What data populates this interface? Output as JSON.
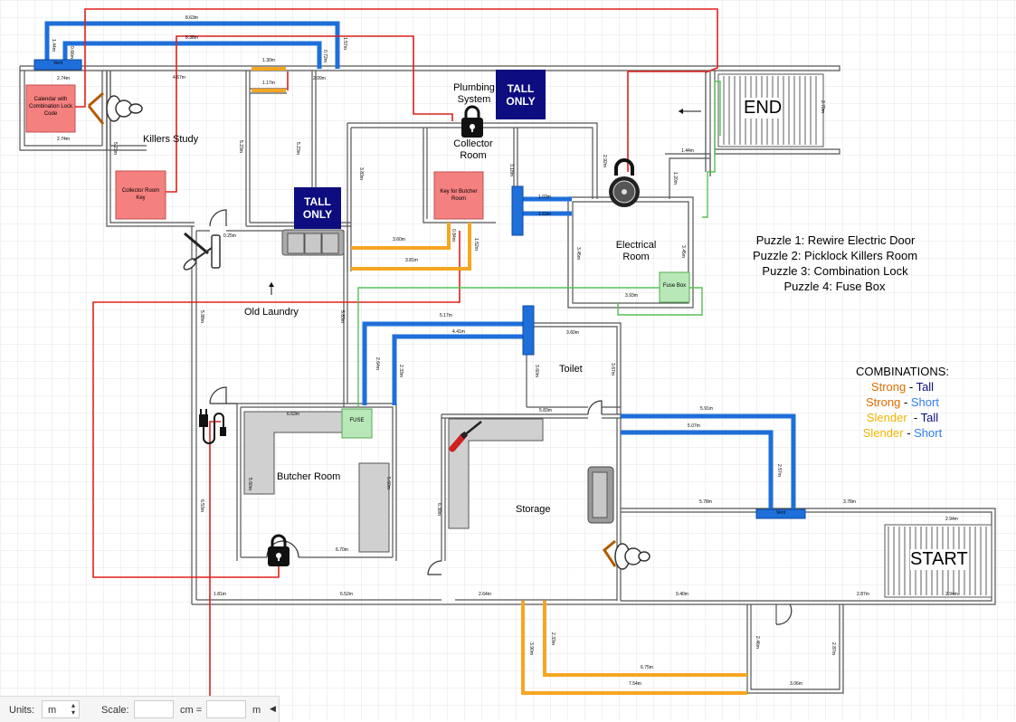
{
  "rooms": {
    "killers_study": "Killers Study",
    "collector_room": "Collector\nRoom",
    "plumbing_system": "Plumbing\nSystem",
    "electrical_room": "Electrical\nRoom",
    "old_laundry": "Old Laundry",
    "toilet": "Toilet",
    "butcher_room": "Butcher Room",
    "storage": "Storage",
    "end": "END",
    "start": "START"
  },
  "items": {
    "calendar": "Calendar with\nCombination Lock\nCode",
    "collector_key": "Collector Room\nKey",
    "butcher_key": "Key for Butcher\nRoom",
    "fuse_box": "Fuse Box",
    "fuse": "FUSE",
    "vent": "Vent"
  },
  "tall_only": "TALL\nONLY",
  "puzzles": [
    "Puzzle 1: Rewire Electric Door",
    "Puzzle 2: Picklock Killers Room",
    "Puzzle 3: Combination Lock",
    "Puzzle 4: Fuse Box"
  ],
  "combinations": {
    "title": "COMBINATIONS:",
    "rows": [
      {
        "a": "Strong",
        "b": "Tall",
        "a_color": "#e06c00",
        "b_color": "#0d0d80"
      },
      {
        "a": "Strong",
        "b": "Short",
        "a_color": "#e06c00",
        "b_color": "#2f80ed"
      },
      {
        "a": "Slender",
        "b": "Tall",
        "a_color": "#f5b400",
        "b_color": "#0d0d80"
      },
      {
        "a": "Slender",
        "b": "Short",
        "a_color": "#f5b400",
        "b_color": "#2f80ed"
      }
    ]
  },
  "dimensions": {
    "d1": "8.63m",
    "d2": "8.38m",
    "d3": "1.44m",
    "d4": "0.66m",
    "d5": "0.72m",
    "d6": "1.57m",
    "d7": "2.09m",
    "d8": "1.30m",
    "d9": "1.17m",
    "d10": "2.74m",
    "d11": "4.67m",
    "d12": "2.74m",
    "d13": "5.23m",
    "d14": "5.23m",
    "d15": "5.23m",
    "d16": "0.25m",
    "d17": "3.83m",
    "d18": "3.18m",
    "d19": "1.03m",
    "d20": "1.63m",
    "d21": "2.92m",
    "d22": "1.20m",
    "d23": "1.44m",
    "d24": "2.79m",
    "d25": "3.60m",
    "d26": "0.84m",
    "d27": "3.81m",
    "d28": "1.52m",
    "d29": "3.45m",
    "d30": "3.45m",
    "d31": "3.93m",
    "d32": "5.88m",
    "d33": "5.83m",
    "d34": "5.17m",
    "d35": "4.41m",
    "d36": "2.64m",
    "d37": "2.33m",
    "d38": "3.60m",
    "d39": "3.60m",
    "d40": "3.67m",
    "d41": "5.83m",
    "d42": "6.63m",
    "d43": "5.60m",
    "d44": "5.60m",
    "d45": "6.70m",
    "d46": "6.53m",
    "d47": "6.38m",
    "d48": "5.91m",
    "d49": "5.07m",
    "d50": "2.57m",
    "d51": "5.78m",
    "d52": "3.78m",
    "d53": "2.94m",
    "d54": "1.81m",
    "d55": "6.52m",
    "d56": "2.64m",
    "d57": "9.40m",
    "d58": "2.87m",
    "d59": "2.94m",
    "d60": "3.90m",
    "d61": "2.33m",
    "d62": "6.75m",
    "d63": "7.54m",
    "d64": "2.46m",
    "d65": "2.87m",
    "d66": "3.06m"
  },
  "toolbar": {
    "units_label": "Units:",
    "units_value": "m",
    "scale_label": "Scale:",
    "cm_label": "cm =",
    "m_label": "m"
  },
  "colors": {
    "blue": "#1e6fd9",
    "red": "#e0201c",
    "green": "#55c055",
    "orange": "#f5a623",
    "wall": "#555555",
    "pink": "#f48080",
    "tall_only_bg": "#0d0d80"
  }
}
